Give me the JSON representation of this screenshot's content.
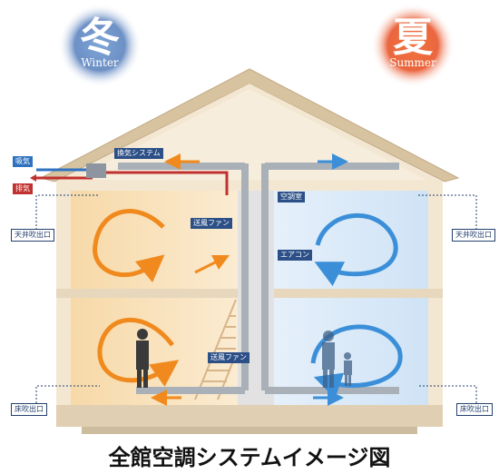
{
  "seasons": {
    "winter": {
      "kanji": "冬",
      "english": "Winter"
    },
    "summer": {
      "kanji": "夏",
      "english": "Summer"
    }
  },
  "labels": {
    "intake": "吸気",
    "exhaust": "排気",
    "ventilation_system": "換気システム",
    "ac_room": "空調室",
    "blower_fan_upper": "送風ファン",
    "aircon": "エアコン",
    "blower_fan_lower": "送風ファン",
    "ceiling_outlet_left": "天井吹出口",
    "ceiling_outlet_right": "天井吹出口",
    "floor_outlet_left": "床吹出口",
    "floor_outlet_right": "床吹出口"
  },
  "colors": {
    "winter": "#f08a1e",
    "summer": "#3b8fd8",
    "roof": "#d9c6a6",
    "wall": "#f3ead9",
    "duct": "#9aa2ab",
    "label_bg": "#2b4f86",
    "exhaust": "#c0312f"
  },
  "caption": "全館空調システムイメージ図"
}
